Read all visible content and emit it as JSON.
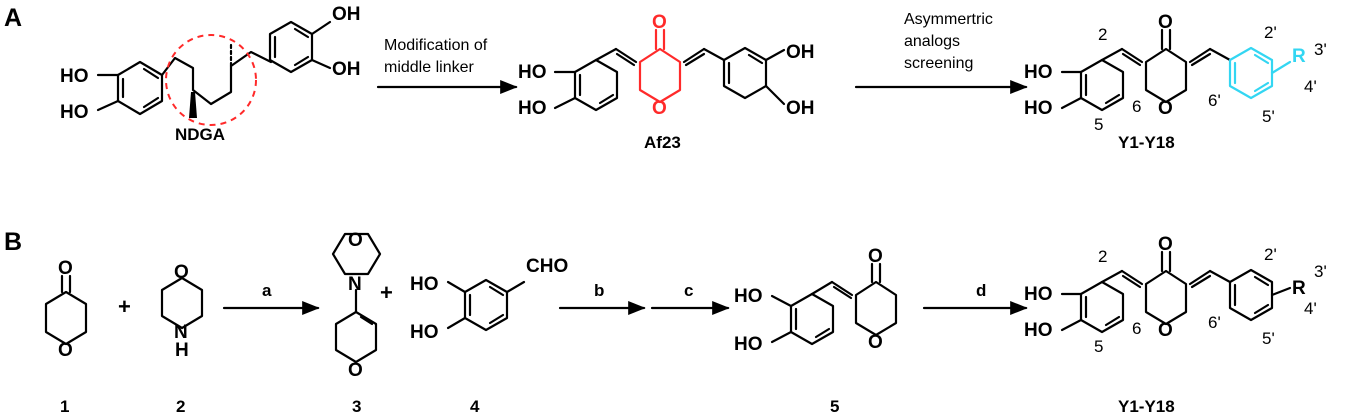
{
  "panels": {
    "a": "A",
    "b": "B"
  },
  "compounds": {
    "ndga": "NDGA",
    "af23": "Af23",
    "y_series_a": "Y1-Y18",
    "y_series_b": "Y1-Y18",
    "c1": "1",
    "c2": "2",
    "c3": "3",
    "c4": "4",
    "c5": "5"
  },
  "arrows": {
    "modification_line1": "Modification of",
    "modification_line2": "middle linker",
    "screening_line1": "Asymmertric",
    "screening_line2": "analogs",
    "screening_line3": "screening",
    "step_a": "a",
    "step_b": "b",
    "step_c": "c",
    "step_d": "d"
  },
  "atoms": {
    "ho": "HO",
    "oh": "OH",
    "o": "O",
    "n": "N",
    "h": "H",
    "cho": "CHO",
    "r": "R"
  },
  "positions": {
    "p2": "2",
    "p5": "5",
    "p6": "6",
    "p2p": "2'",
    "p3p": "3'",
    "p4p": "4'",
    "p5p": "5'",
    "p6p": "6'"
  },
  "symbols": {
    "plus": "+"
  },
  "colors": {
    "highlight_red": "#ff2a2a",
    "highlight_cyan": "#33d6f2",
    "ink": "#000000"
  }
}
